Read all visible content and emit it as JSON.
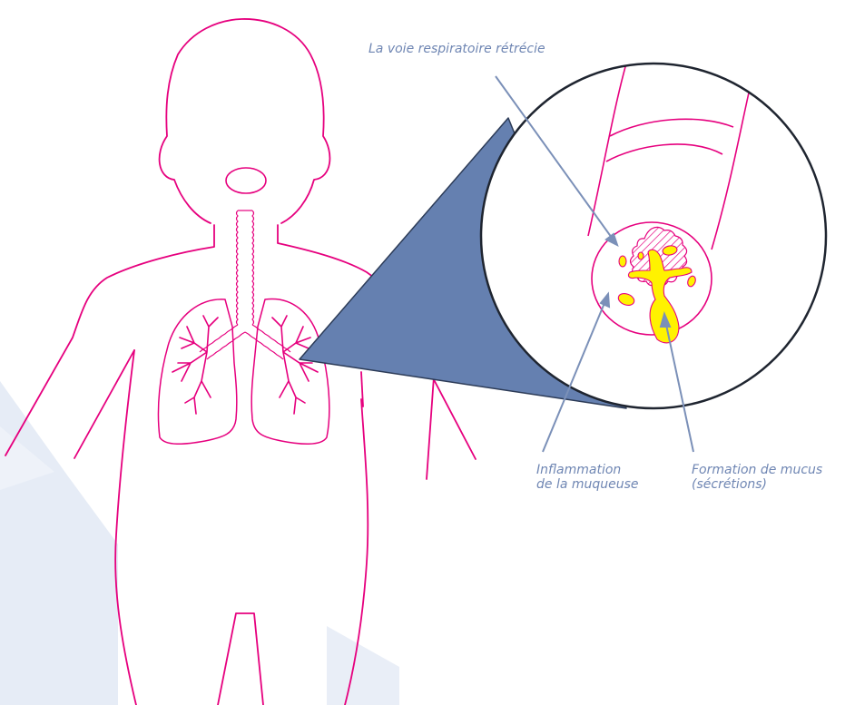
{
  "colors": {
    "outline": "#e6007e",
    "callout_fill": "#6580b0",
    "callout_stroke": "#2c3b57",
    "label_text": "#6f86b3",
    "leader_line": "#7b90b8",
    "mucus": "#fff200",
    "mucus_outline": "#e6007e",
    "background_shape": "#e6ecf6"
  },
  "labels": {
    "narrowed_airway": "La voie respiratoire rétrécie",
    "inflammation": [
      "Inflammation",
      "de la muqueuse"
    ],
    "mucus": [
      "Formation de mucus",
      "(sécrétions)"
    ]
  }
}
